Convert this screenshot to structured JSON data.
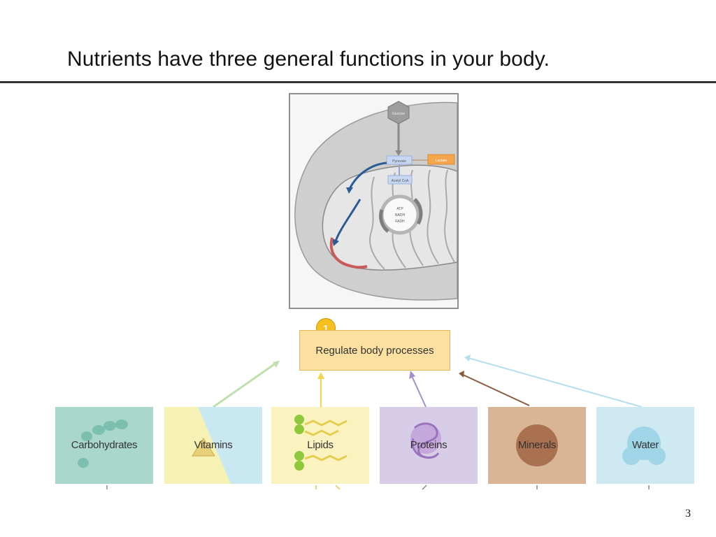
{
  "slide": {
    "title": "Nutrients have three general functions in your body.",
    "page_number": "3"
  },
  "diagram": {
    "step_badge": "1",
    "function_label": "Regulate body processes",
    "nutrients": [
      {
        "label": "Carbohydrates",
        "color": "#a9d7cc"
      },
      {
        "label": "Vitamins",
        "color": "#f6f2b5"
      },
      {
        "label": "Lipids",
        "color": "#faf3c0"
      },
      {
        "label": "Proteins",
        "color": "#d8cde8"
      },
      {
        "label": "Minerals",
        "color": "#d9b596"
      },
      {
        "label": "Water",
        "color": "#cfe9f3"
      }
    ]
  },
  "colors": {
    "function_box": "#fbe0a1",
    "badge": "#f5c020",
    "title_rule": "#333333"
  }
}
